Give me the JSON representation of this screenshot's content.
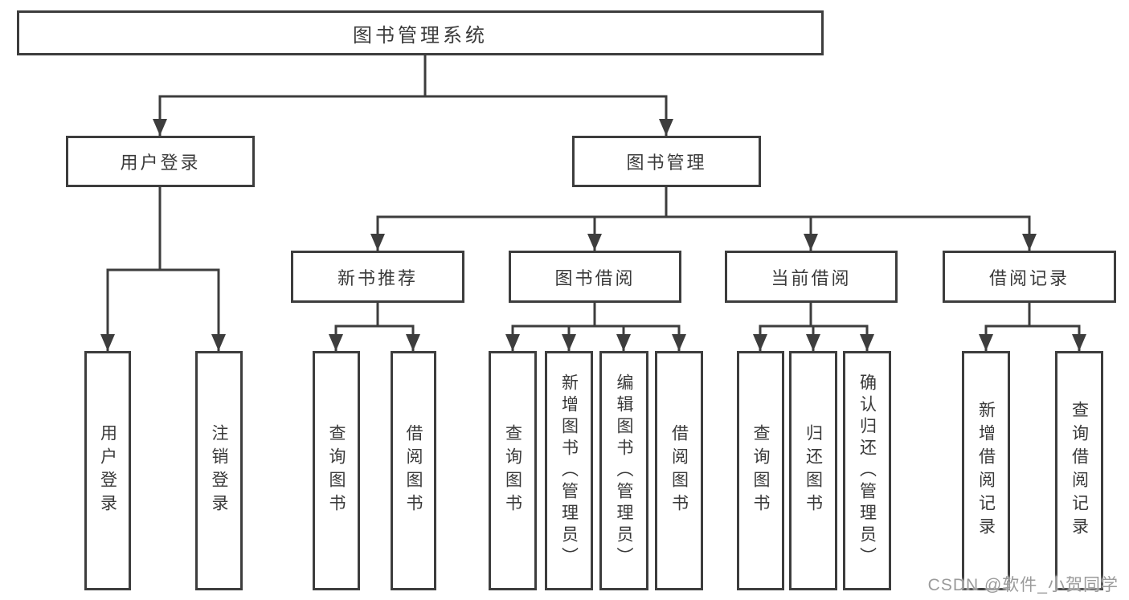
{
  "diagram": {
    "root": {
      "label": "图书管理系统"
    },
    "children": [
      {
        "label": "用户登录",
        "children": [
          {
            "label": "用户登录"
          },
          {
            "label": "注销登录"
          }
        ]
      },
      {
        "label": "图书管理",
        "children": [
          {
            "label": "新书推荐",
            "children": [
              {
                "label": "查询图书"
              },
              {
                "label": "借阅图书"
              }
            ]
          },
          {
            "label": "图书借阅",
            "children": [
              {
                "label": "查询图书"
              },
              {
                "label": "新增图书（管理员）"
              },
              {
                "label": "编辑图书（管理员）"
              },
              {
                "label": "借阅图书"
              }
            ]
          },
          {
            "label": "当前借阅",
            "children": [
              {
                "label": "查询图书"
              },
              {
                "label": "归还图书"
              },
              {
                "label": "确认归还（管理员）"
              }
            ]
          },
          {
            "label": "借阅记录",
            "children": [
              {
                "label": "新增借阅记录"
              },
              {
                "label": "查询借阅记录"
              }
            ]
          }
        ]
      }
    ]
  },
  "watermark": {
    "text": "CSDN @软件_小贺同学"
  },
  "colors": {
    "line": "#3d3d3d",
    "text": "#3a3a3a",
    "watermark": "#9b9b9b",
    "background": "#ffffff"
  }
}
